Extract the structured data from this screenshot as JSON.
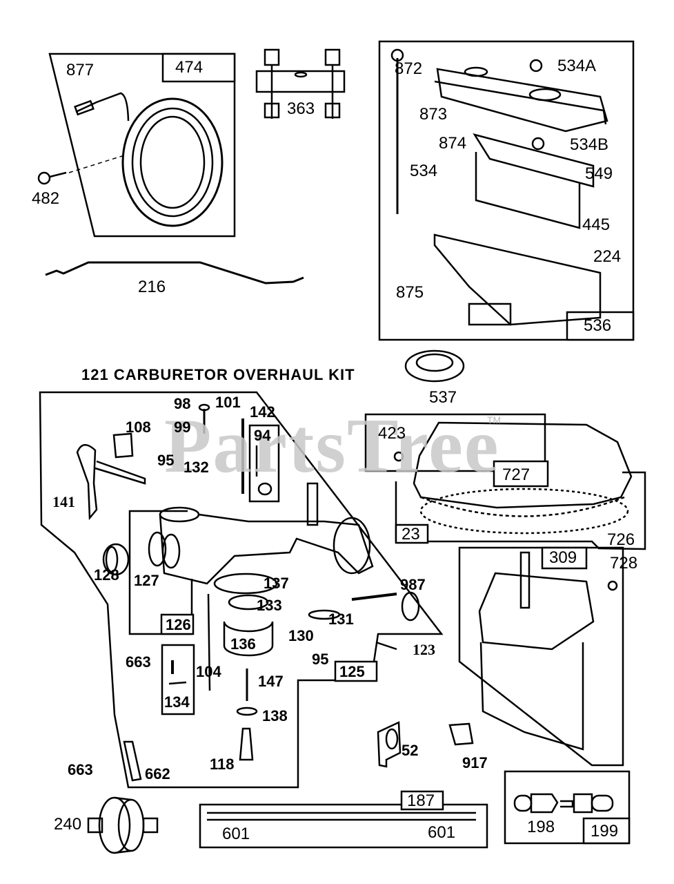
{
  "diagram": {
    "title": "121 CARBURETOR OVERHAUL KIT",
    "watermark": "PartsTree",
    "watermark_tm": "TM",
    "parts": {
      "p877": "877",
      "p474": "474",
      "p482": "482",
      "p363": "363",
      "p216": "216",
      "p872": "872",
      "p534A": "534A",
      "p873": "873",
      "p874": "874",
      "p534B": "534B",
      "p549": "549",
      "p534": "534",
      "p445": "445",
      "p224": "224",
      "p875": "875",
      "p536": "536",
      "p537": "537",
      "p98": "98",
      "p101": "101",
      "p142": "142",
      "p99": "99",
      "p108": "108",
      "p94": "94",
      "p95a": "95",
      "p132": "132",
      "p141": "141",
      "p423": "423",
      "p727": "727",
      "p23": "23",
      "p726": "726",
      "p128": "128",
      "p127": "127",
      "p137": "137",
      "p133": "133",
      "p126": "126",
      "p136": "136",
      "p104": "104",
      "p987": "987",
      "p131": "131",
      "p130": "130",
      "p95b": "95",
      "p123": "123",
      "p125": "125",
      "p309": "309",
      "p728": "728",
      "p663a": "663",
      "p134": "134",
      "p147": "147",
      "p138": "138",
      "p118": "118",
      "p663b": "663",
      "p662": "662",
      "p52": "52",
      "p917": "917",
      "p240": "240",
      "p187": "187",
      "p601a": "601",
      "p601b": "601",
      "p198": "198",
      "p199": "199"
    }
  }
}
